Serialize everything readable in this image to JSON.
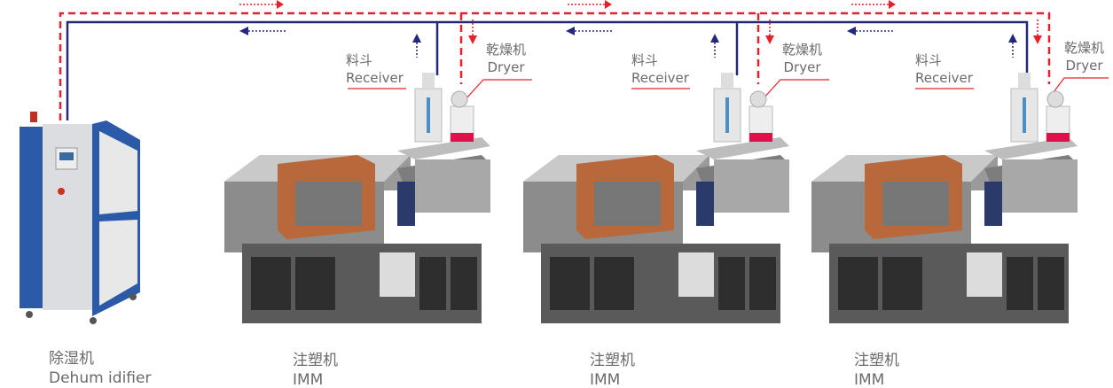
{
  "dehumidifier": {
    "zh": "除湿机",
    "en": "Dehum idifier"
  },
  "units": [
    {
      "receiver_zh": "料斗",
      "receiver_en": "Receiver",
      "dryer_zh": "乾燥机",
      "dryer_en": "Dryer",
      "imm_zh": "注塑机",
      "imm_en": "IMM"
    },
    {
      "receiver_zh": "料斗",
      "receiver_en": "Receiver",
      "dryer_zh": "乾燥机",
      "dryer_en": "Dryer",
      "imm_zh": "注塑机",
      "imm_en": "IMM"
    },
    {
      "receiver_zh": "料斗",
      "receiver_en": "Receiver",
      "dryer_zh": "乾燥机",
      "dryer_en": "Dryer",
      "imm_zh": "注塑机",
      "imm_en": "IMM"
    }
  ],
  "colors": {
    "supply": "#e8202a",
    "return": "#24287a",
    "machine": "#8a8a8a",
    "clamp": "#b8683a",
    "cabinet": "#2a5aa8"
  }
}
